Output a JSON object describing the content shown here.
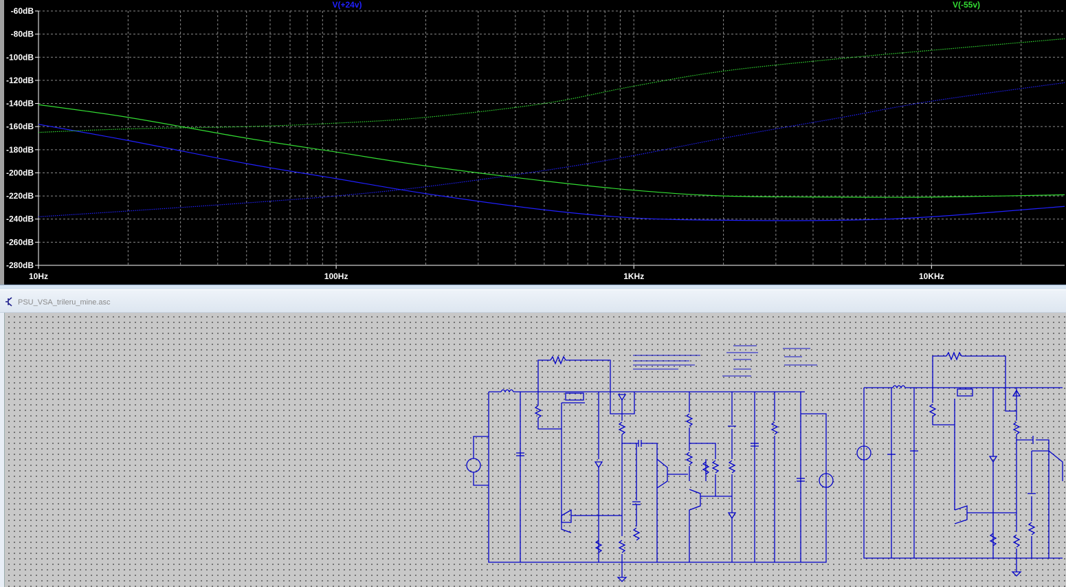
{
  "plot": {
    "y_ticks": [
      "-60dB",
      "-80dB",
      "-100dB",
      "-120dB",
      "-140dB",
      "-160dB",
      "-180dB",
      "-200dB",
      "-220dB",
      "-240dB",
      "-260dB",
      "-280dB"
    ],
    "x_ticks": [
      "10Hz",
      "100Hz",
      "1KHz",
      "10KHz"
    ],
    "colors": {
      "background": "#000000",
      "grid": "#8c8c8c",
      "axis_text": "#ffffff"
    }
  },
  "chart_data": {
    "type": "line",
    "x_scale": "log",
    "xlim": [
      10,
      28000
    ],
    "ylim": [
      -280,
      -60
    ],
    "grid": true,
    "legend_position": "top",
    "series": [
      {
        "name": "V(+24v)",
        "color": "#2020ff",
        "x": [
          10,
          20,
          50,
          100,
          200,
          500,
          1000,
          2000,
          5000,
          10000,
          28000
        ],
        "y": [
          -158,
          -172,
          -192,
          -205,
          -218,
          -232,
          -239,
          -241,
          -241,
          -238,
          -229
        ]
      },
      {
        "name": "V(+24v)",
        "color": "#2020ff",
        "dotted": true,
        "x": [
          10,
          20,
          50,
          100,
          200,
          500,
          1000,
          2000,
          5000,
          10000,
          28000
        ],
        "y": [
          -238,
          -233,
          -226,
          -220,
          -212,
          -198,
          -185,
          -170,
          -152,
          -138,
          -122
        ]
      },
      {
        "name": "V(-55v)",
        "color": "#33dd33",
        "x": [
          10,
          20,
          50,
          100,
          200,
          500,
          1000,
          2000,
          5000,
          10000,
          28000
        ],
        "y": [
          -141,
          -152,
          -170,
          -182,
          -194,
          -207,
          -215,
          -220,
          -221,
          -221,
          -219
        ]
      },
      {
        "name": "V(-55v)",
        "color": "#33dd33",
        "dotted": true,
        "x": [
          10,
          20,
          50,
          100,
          200,
          500,
          1000,
          2000,
          5000,
          10000,
          28000
        ],
        "y": [
          -165,
          -162,
          -160,
          -157,
          -152,
          -140,
          -125,
          -112,
          -101,
          -94,
          -84
        ]
      }
    ]
  },
  "legend": {
    "trace1": "V(+24v)",
    "trace2": "V(-55v)",
    "trace1_color": "#2020ff",
    "trace2_color": "#33dd33"
  },
  "schematic_window": {
    "title": "PSU_VSA_trileru_mine.asc",
    "icon": "ltspice-schematic-icon",
    "wire_color": "#0000c8",
    "background": "#c8c8c8"
  }
}
